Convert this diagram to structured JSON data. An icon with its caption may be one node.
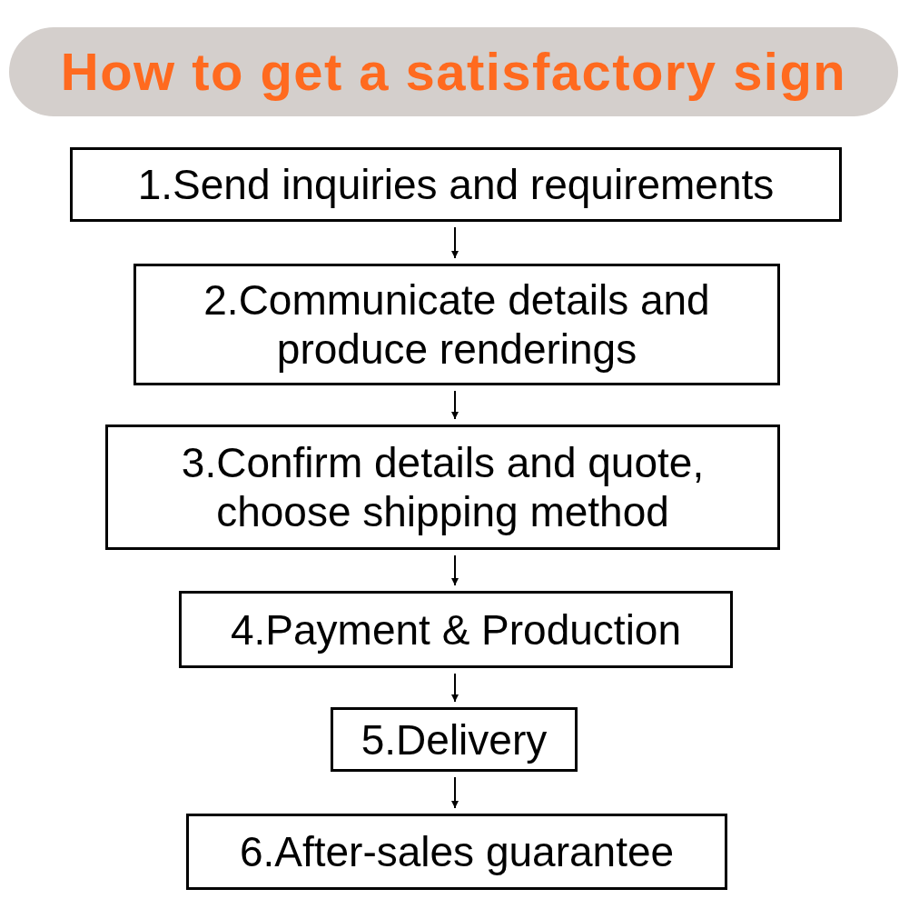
{
  "diagram": {
    "title": "How to get a satisfactory sign",
    "nodes": [
      {
        "text": [
          "1.Send inquiries and requirements"
        ]
      },
      {
        "text": [
          "2.Communicate details and produce renderings"
        ]
      },
      {
        "text": [
          "3.Confirm details and quote, choose shipping method"
        ]
      },
      {
        "text": [
          "4.Payment & Production"
        ]
      },
      {
        "text": [
          "5.Delivery"
        ]
      },
      {
        "text": [
          "6.After-sales guarantee"
        ]
      }
    ],
    "edges": [
      {
        "from": 0,
        "to": 1,
        "arrow": "to"
      },
      {
        "from": 1,
        "to": 2,
        "arrow": "to"
      },
      {
        "from": 2,
        "to": 3,
        "arrow": "to"
      },
      {
        "from": 3,
        "to": 4,
        "arrow": "to"
      },
      {
        "from": 4,
        "to": 5,
        "arrow": "to"
      }
    ]
  }
}
